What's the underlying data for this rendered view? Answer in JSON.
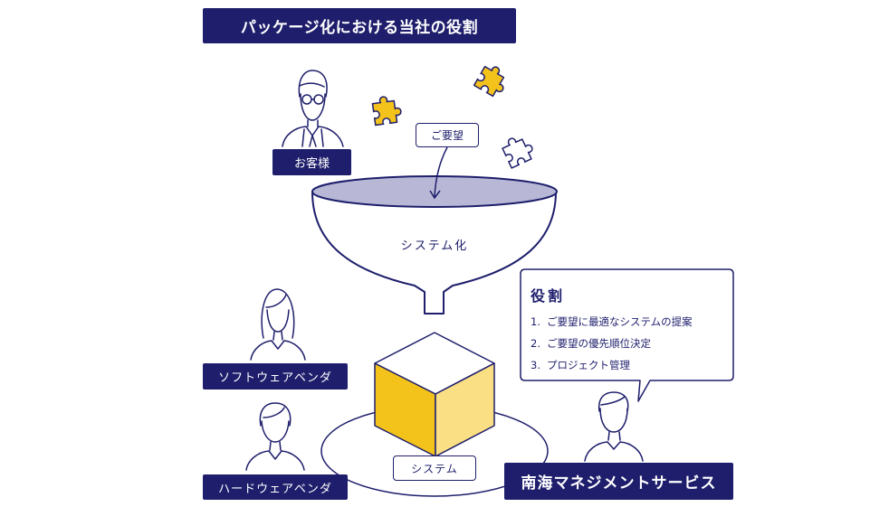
{
  "title": "パッケージ化における当社の役割",
  "customer_label": "お客様",
  "request_label": "ご要望",
  "funnel_label": "システム化",
  "software_vendor_label": "ソフトウェアベンダ",
  "hardware_vendor_label": "ハードウェアベンダ",
  "system_label": "システム",
  "company_label": "南海マネジメントサービス",
  "roles": {
    "heading": "役割",
    "items": [
      {
        "num": "1.",
        "text": "ご要望に最適なシステムの提案"
      },
      {
        "num": "2.",
        "text": "ご要望の優先順位決定"
      },
      {
        "num": "3.",
        "text": "プロジェクト管理"
      }
    ]
  },
  "colors": {
    "navy": "#1e1e6c",
    "funnel_top": "#b8b8d6",
    "cube_top": "#ffffff",
    "cube_left": "#f3c21b",
    "cube_right": "#fadf85",
    "puzzle": "#f3c21b"
  },
  "icons": [
    "person-glasses-tie-icon",
    "person-long-hair-icon",
    "person-short-hair-icon",
    "person-manager-icon",
    "puzzle-piece-icon"
  ]
}
